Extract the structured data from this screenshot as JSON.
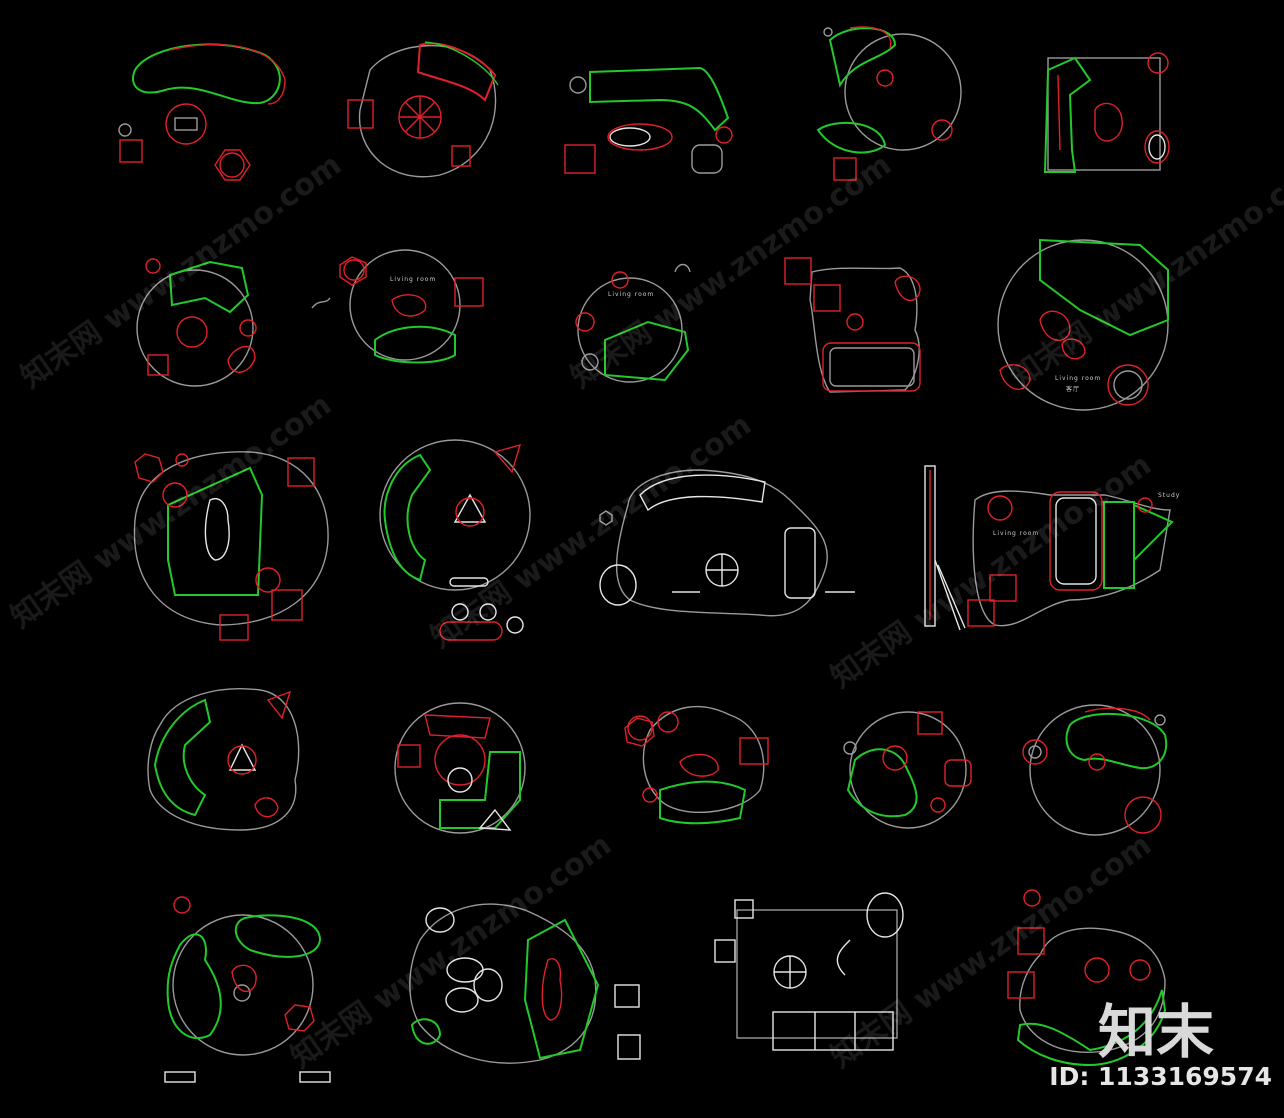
{
  "labels": {
    "living_room_1": "Living room",
    "living_room_2": "Living room",
    "living_room_3": "Living room",
    "living_room_3_cn": "客厅",
    "living_room_4": "Living room",
    "study": "Study"
  },
  "watermark": {
    "text": "知末网 www.znzmo.com"
  },
  "footer": {
    "brand": "知末",
    "id": "ID: 1133169574"
  },
  "colors": {
    "background": "#000000",
    "outline": "#9a9a9a",
    "red": "#e0202a",
    "green": "#22c92a",
    "white": "#e6e6e6"
  }
}
